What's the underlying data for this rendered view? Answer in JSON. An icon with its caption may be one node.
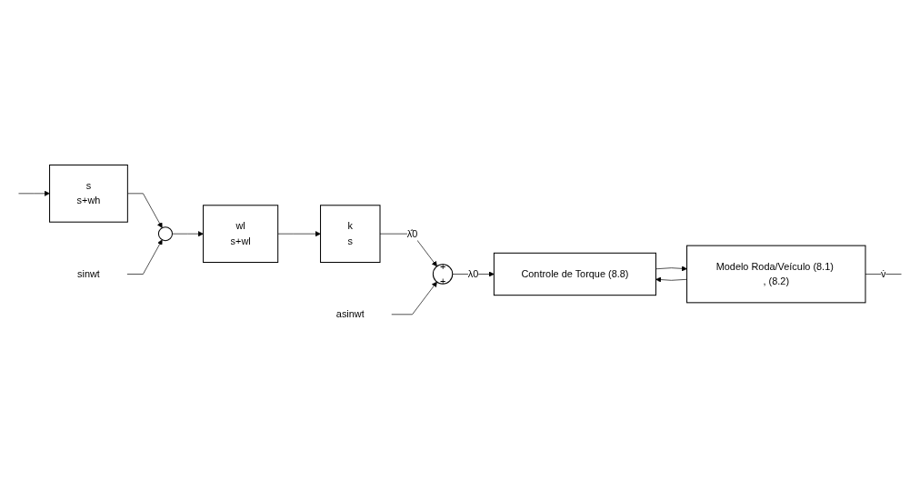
{
  "diagram": {
    "nodes": [
      {
        "text": [
          "Controle de Torque  (8.8)"
        ]
      },
      {
        "text": [
          "Modelo Roda/Veículo (8.1) , (8.2)"
        ]
      },
      {
        "text": [
          "+",
          "+"
        ]
      },
      {
        "text": [
          "k",
          "s"
        ]
      },
      {
        "text": [
          "wl",
          "s+wl"
        ]
      },
      {
        "text": [],
        "shape": "circle"
      },
      {
        "text": [
          "s",
          "s+wh"
        ]
      },
      {
        "text": [
          "asinwt"
        ]
      },
      {
        "text": [
          "sinwt"
        ]
      }
    ],
    "edges": [
      {
        "from": 2,
        "to": 0,
        "arrow": "to",
        "label": "λ0"
      },
      {
        "from": 0,
        "to": 1,
        "arrow": "to"
      },
      {
        "from": 1,
        "to": 0,
        "arrow": "to"
      },
      {
        "from": 1,
        "to": null,
        "arrow": "none",
        "label": "v̇"
      },
      {
        "from": null,
        "to": 6,
        "arrow": "to"
      },
      {
        "from": 6,
        "to": 5,
        "arrow": "to"
      },
      {
        "from": 8,
        "to": 5,
        "arrow": "to"
      },
      {
        "from": 5,
        "to": 4,
        "arrow": "to"
      },
      {
        "from": 4,
        "to": 3,
        "arrow": "to"
      },
      {
        "from": 3,
        "to": 2,
        "arrow": "to",
        "label": "λ̂0"
      },
      {
        "from": 7,
        "to": 2,
        "arrow": "to"
      }
    ]
  }
}
